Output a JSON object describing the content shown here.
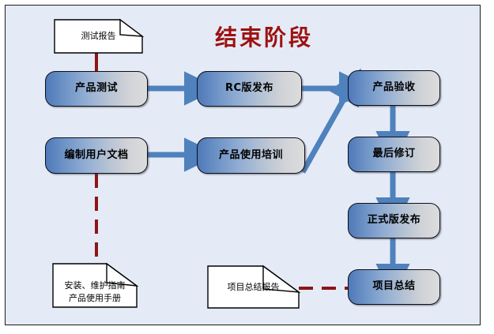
{
  "diagram": {
    "title": "结束阶段",
    "title_color": "#9e1010",
    "frame_background": "#e4ebf6",
    "frame_border_color": "#1c1c1c",
    "arrow_color": "#4f81bd",
    "dependency_line_color": "#8c1616",
    "box_gradient_from": "#4f79b8",
    "box_gradient_to": "#dcdcdc",
    "type": "flowchart"
  },
  "nodes": {
    "product_test": "产品测试",
    "rc_release": "RC版发布",
    "product_acceptance": "产品验收",
    "write_user_doc": "编制用户文档",
    "product_training": "产品使用培训",
    "final_revision": "最后修订",
    "formal_release": "正式版发布",
    "project_summary": "项目总结"
  },
  "documents": {
    "test_report": {
      "lines": [
        "测试报告"
      ]
    },
    "install_manual": {
      "lines": [
        "安装、维护指南",
        "产品使用手册"
      ]
    },
    "summary_report": {
      "lines": [
        "项目总结报告"
      ]
    }
  },
  "connections": [
    {
      "from": "product_test",
      "to": "rc_release",
      "style": "arrow"
    },
    {
      "from": "rc_release",
      "to": "product_acceptance",
      "style": "arrow"
    },
    {
      "from": "write_user_doc",
      "to": "product_training",
      "style": "arrow"
    },
    {
      "from": "product_training",
      "to": "product_acceptance",
      "style": "arrow-diagonal"
    },
    {
      "from": "product_acceptance",
      "to": "final_revision",
      "style": "arrow"
    },
    {
      "from": "final_revision",
      "to": "formal_release",
      "style": "arrow"
    },
    {
      "from": "formal_release",
      "to": "project_summary",
      "style": "arrow"
    },
    {
      "from": "test_report",
      "to": "product_test",
      "style": "solid-red"
    },
    {
      "from": "write_user_doc",
      "to": "install_manual",
      "style": "dashed-red"
    },
    {
      "from": "summary_report",
      "to": "project_summary",
      "style": "dashed-red"
    }
  ]
}
